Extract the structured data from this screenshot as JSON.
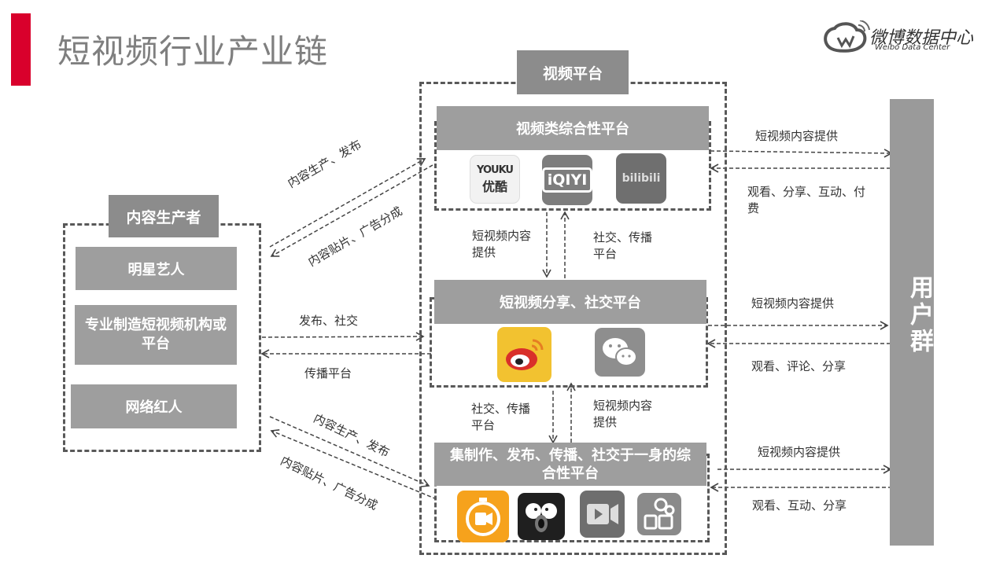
{
  "header": {
    "title": "短视频行业产业链",
    "logo_cn": "微博数据中心",
    "logo_en": "Weibo Data Center"
  },
  "producers": {
    "title": "内容生产者",
    "items": [
      "明星艺人",
      "专业制造短视频机构或平台",
      "网络红人"
    ]
  },
  "platforms": {
    "title": "视频平台",
    "groups": [
      {
        "title": "视频类综合性平台",
        "apps": [
          "youku-icon",
          "iqiyi-icon",
          "bilibili-icon"
        ],
        "youku_en": "YOUKU",
        "youku_cn": "优酷",
        "iqiyi": "iQIYI",
        "bilibili": "bilibili"
      },
      {
        "title": "短视频分享、社交平台",
        "apps": [
          "weibo-icon",
          "wechat-icon"
        ]
      },
      {
        "title": "集制作、发布、传播、社交于一身的综合性平台",
        "apps": [
          "kuaishou-timer-icon",
          "owl-app-icon",
          "video-camera-icon",
          "movie-camera-icon"
        ]
      }
    ]
  },
  "users": {
    "title": "用户群"
  },
  "flows": {
    "producer_to_video_up": "内容生产、发布",
    "video_to_producer_down": "内容贴片、广告分成",
    "producer_to_social": "发布、社交",
    "social_to_producer": "传播平台",
    "producer_to_integrated": "内容生产、发布",
    "integrated_to_producer": "内容贴片、广告分成",
    "video_to_social": "短视频内容提供",
    "social_to_video": "社交、传播平台",
    "social_to_integrated": "社交、传播平台",
    "integrated_to_social": "短视频内容提供",
    "video_to_users": "短视频内容提供",
    "users_to_video": "观看、分享、互动、付费",
    "social_to_users": "短视频内容提供",
    "users_to_social": "观看、评论、分享",
    "integrated_to_users": "短视频内容提供",
    "users_to_integrated": "观看、互动、分享"
  }
}
